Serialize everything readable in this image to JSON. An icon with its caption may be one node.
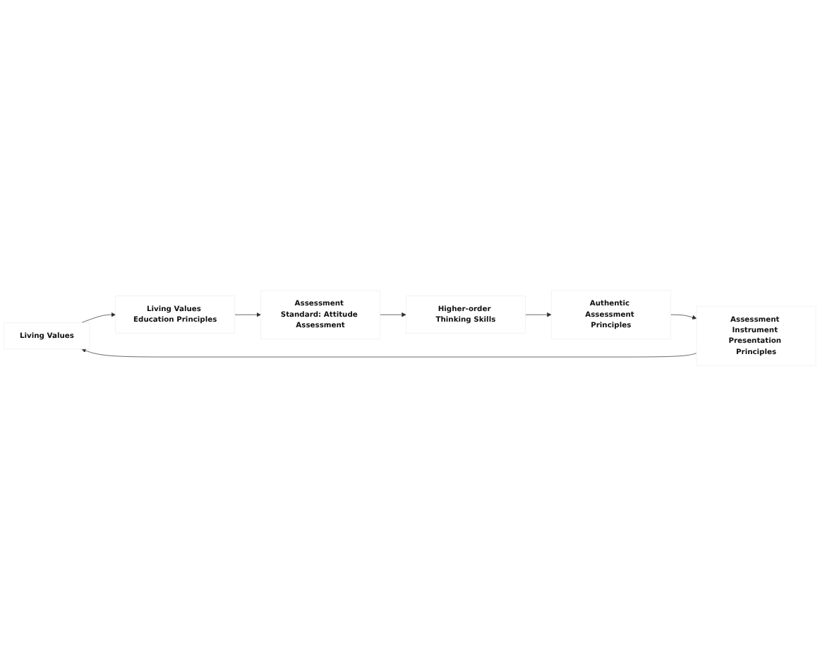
{
  "diagram": {
    "nodes": [
      {
        "text": [
          "Living Values"
        ]
      },
      {
        "text": [
          "Living Values Education Principles"
        ]
      },
      {
        "text": [
          "Assessment Standard: Attitude Assessment"
        ]
      },
      {
        "text": [
          "Higher-order Thinking Skills"
        ]
      },
      {
        "text": [
          "Authentic Assessment Principles"
        ]
      },
      {
        "text": [
          "Assessment Instrument Presentation Principles"
        ]
      }
    ],
    "edges": [
      {
        "from": 0,
        "to": 1,
        "arrow": "to"
      },
      {
        "from": 1,
        "to": 2,
        "arrow": "to"
      },
      {
        "from": 2,
        "to": 3,
        "arrow": "to"
      },
      {
        "from": 3,
        "to": 4,
        "arrow": "to"
      },
      {
        "from": 4,
        "to": 5,
        "arrow": "to"
      },
      {
        "from": 5,
        "to": 0,
        "arrow": "to"
      }
    ]
  }
}
